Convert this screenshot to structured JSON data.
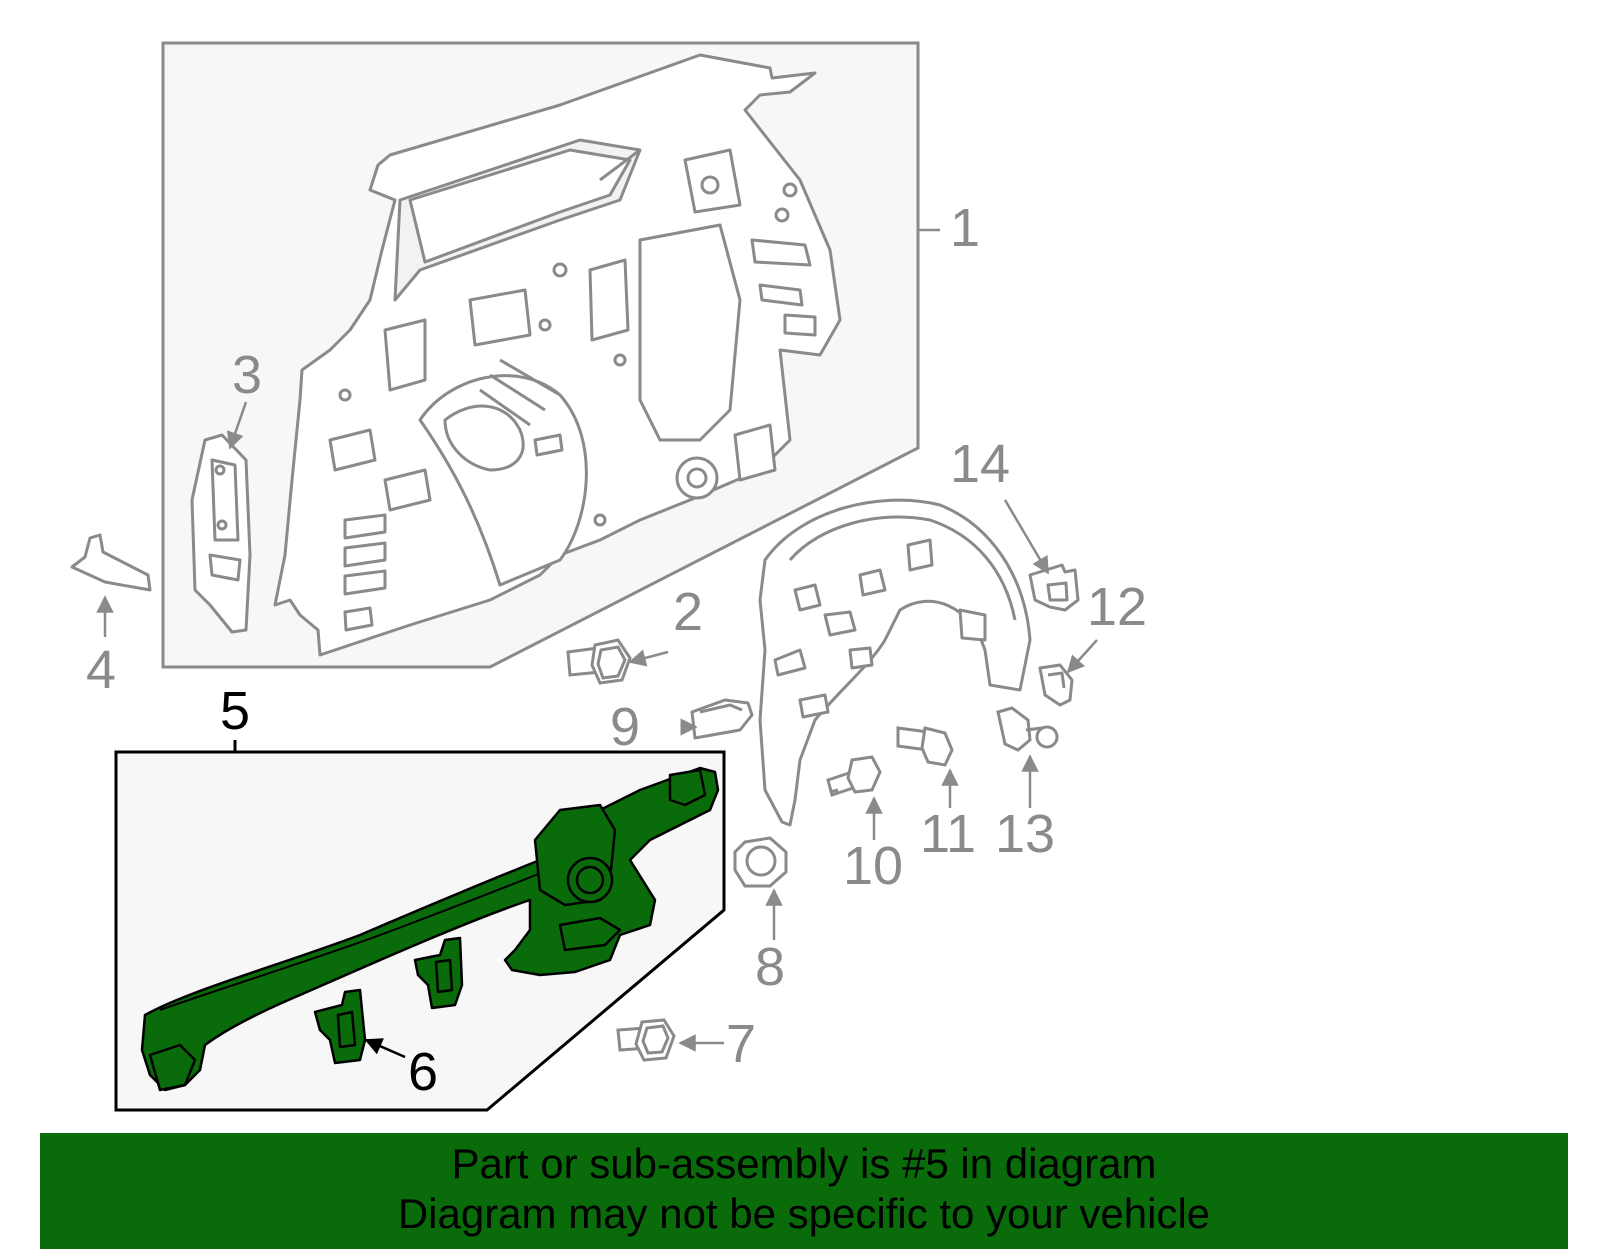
{
  "diagram": {
    "callouts": {
      "c1": "1",
      "c2": "2",
      "c3": "3",
      "c4": "4",
      "c5": "5",
      "c6": "6",
      "c7": "7",
      "c8": "8",
      "c9": "9",
      "c10": "10",
      "c11": "11",
      "c12": "12",
      "c13": "13",
      "c14": "14"
    },
    "highlighted_part": "5",
    "colors": {
      "line_gray": "#8a8a8a",
      "panel_fill": "#f7f7f7",
      "highlight_green": "#0a6b0a",
      "banner_green": "#0a6b0a"
    }
  },
  "banner": {
    "line1": "Part or sub-assembly is #5 in diagram",
    "line2": "Diagram may not be specific to your vehicle"
  }
}
